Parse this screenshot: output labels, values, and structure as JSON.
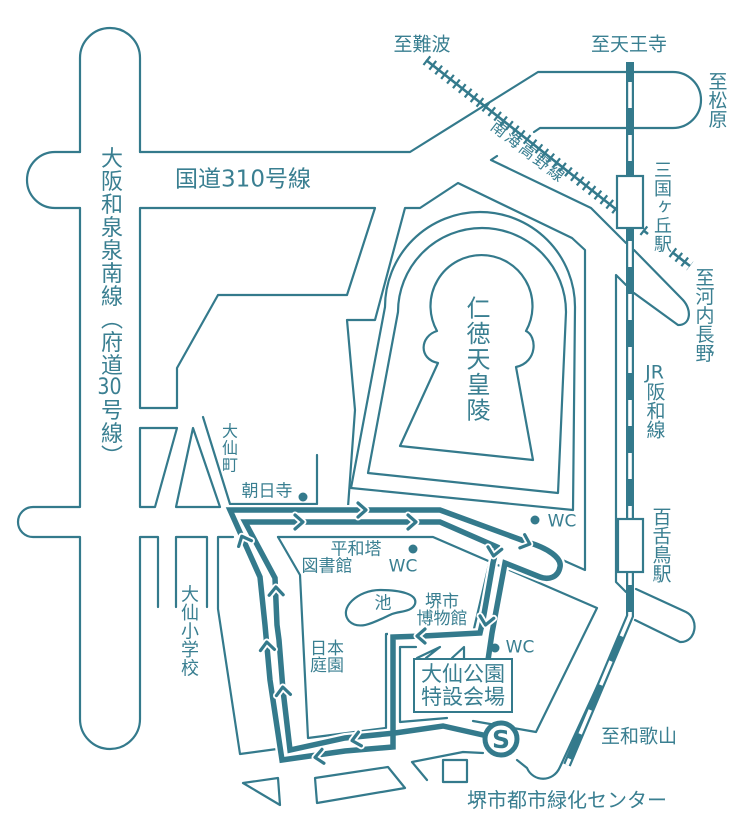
{
  "colors": {
    "map_line": "#347a8c",
    "label_text": "#3a7f91",
    "background": "#ffffff"
  },
  "labels": {
    "directions": {
      "to_namba": "至難波",
      "to_tennoji": "至天王寺",
      "to_matsubara": "至松原",
      "to_kawachinagano": "至河内長野",
      "to_wakayama": "至和歌山"
    },
    "roads": {
      "route_310": "国道310号線",
      "osaka_izumi_sennan": "大阪和泉泉南線（府道30号線）"
    },
    "railways": {
      "nankai_koya": "南海高野線",
      "jr_hanwa": "JR阪和線"
    },
    "stations": {
      "mikunigaoka": "三国ヶ丘駅",
      "mozu": "百舌鳥駅"
    },
    "landmarks": {
      "nintoku_tomb": "仁徳天皇陵",
      "daisen_cho": "大仙町",
      "asahi_ji": "朝日寺",
      "daisen_elementary": "大仙小学校",
      "peace_tower": "平和塔",
      "library": "図書館",
      "pond": "池",
      "museum": [
        "堺市",
        "博物館"
      ],
      "japanese_garden": [
        "日本",
        "庭園"
      ],
      "greening_center": "堺市都市緑化センター"
    },
    "venue": {
      "line1": "大仙公園",
      "line2": "特設会場"
    }
  },
  "toilets": [
    {
      "label": "WC",
      "icon": "dot-icon"
    },
    {
      "label": "WC",
      "icon": "dot-icon"
    },
    {
      "label": "WC",
      "icon": "dot-icon"
    }
  ],
  "markers": {
    "start": {
      "label": "S",
      "icon": "start-circle-icon"
    },
    "route_direction_icon": "chevron-icon",
    "landmark_icon": "dot-icon"
  }
}
